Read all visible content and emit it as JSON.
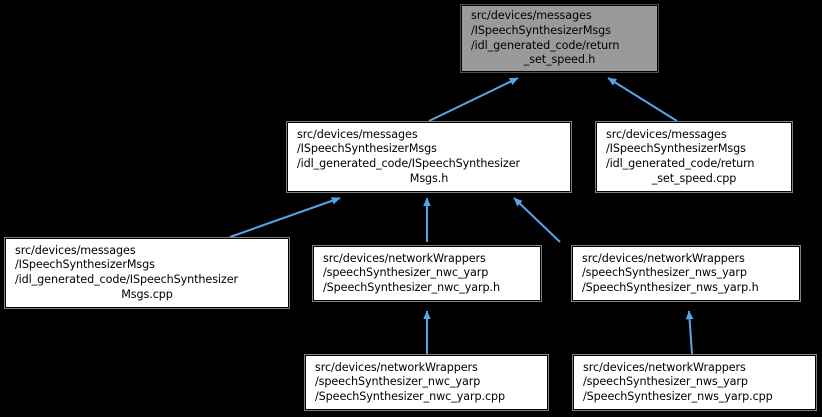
{
  "graph": {
    "title": "include dependency graph",
    "background_color": "#000000",
    "edge_color": "#56A5E8",
    "node_fill": "#ffffff",
    "node_border": "#000000",
    "root_fill": "#9a9a9a",
    "nodes": [
      {
        "id": "return_set_speed_h",
        "lines": [
          "src/devices/messages",
          "/ISpeechSynthesizerMsgs",
          "/idl_generated_code/return",
          "_set_speed.h"
        ],
        "center_last": true,
        "highlighted": true
      },
      {
        "id": "ISpeechSynthesizerMsgs_h",
        "lines": [
          "src/devices/messages",
          "/ISpeechSynthesizerMsgs",
          "/idl_generated_code/ISpeechSynthesizer",
          "Msgs.h"
        ],
        "center_last": true,
        "highlighted": false
      },
      {
        "id": "return_set_speed_cpp",
        "lines": [
          "src/devices/messages",
          "/ISpeechSynthesizerMsgs",
          "/idl_generated_code/return",
          "_set_speed.cpp"
        ],
        "center_last": true,
        "highlighted": false
      },
      {
        "id": "ISpeechSynthesizerMsgs_cpp",
        "lines": [
          "src/devices/messages",
          "/ISpeechSynthesizerMsgs",
          "/idl_generated_code/ISpeechSynthesizer",
          "Msgs.cpp"
        ],
        "center_last": true,
        "highlighted": false
      },
      {
        "id": "speechSynthesizer_nwc_yarp_h",
        "lines": [
          "src/devices/networkWrappers",
          "/speechSynthesizer_nwc_yarp",
          "/SpeechSynthesizer_nwc_yarp.h"
        ],
        "center_last": false,
        "highlighted": false
      },
      {
        "id": "speechSynthesizer_nws_yarp_h",
        "lines": [
          "src/devices/networkWrappers",
          "/speechSynthesizer_nws_yarp",
          "/SpeechSynthesizer_nws_yarp.h"
        ],
        "center_last": false,
        "highlighted": false
      },
      {
        "id": "speechSynthesizer_nwc_yarp_cpp",
        "lines": [
          "src/devices/networkWrappers",
          "/speechSynthesizer_nwc_yarp",
          "/SpeechSynthesizer_nwc_yarp.cpp"
        ],
        "center_last": false,
        "highlighted": false
      },
      {
        "id": "speechSynthesizer_nws_yarp_cpp",
        "lines": [
          "src/devices/networkWrappers",
          "/speechSynthesizer_nws_yarp",
          "/SpeechSynthesizer_nws_yarp.cpp"
        ],
        "center_last": false,
        "highlighted": false
      }
    ],
    "edges": [
      {
        "from": "ISpeechSynthesizerMsgs_h",
        "to": "return_set_speed_h"
      },
      {
        "from": "return_set_speed_cpp",
        "to": "return_set_speed_h"
      },
      {
        "from": "ISpeechSynthesizerMsgs_cpp",
        "to": "ISpeechSynthesizerMsgs_h"
      },
      {
        "from": "speechSynthesizer_nwc_yarp_h",
        "to": "ISpeechSynthesizerMsgs_h"
      },
      {
        "from": "speechSynthesizer_nws_yarp_h",
        "to": "ISpeechSynthesizerMsgs_h"
      },
      {
        "from": "speechSynthesizer_nwc_yarp_cpp",
        "to": "speechSynthesizer_nwc_yarp_h"
      },
      {
        "from": "speechSynthesizer_nws_yarp_cpp",
        "to": "speechSynthesizer_nws_yarp_h"
      }
    ]
  }
}
